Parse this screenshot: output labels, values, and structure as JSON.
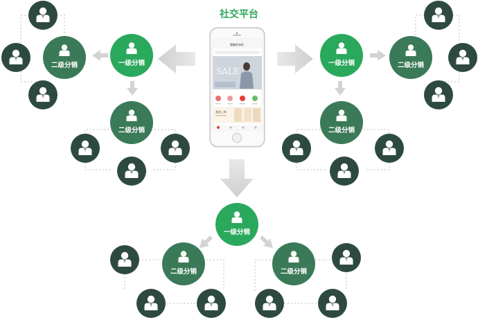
{
  "title": "社交平台",
  "labels": {
    "level1": "一级分销",
    "level2": "二级分销"
  },
  "phone": {
    "store_name": "圈圈的衣柜",
    "sale_text": "SALE",
    "promo_text": "春夏上新"
  },
  "colors": {
    "level1": "#2aa85c",
    "level2": "#3b7a58",
    "leaf": "#2e4a3f",
    "arrow": "#d3d3d3",
    "dotted": "#c9c9c9",
    "title": "#2ea65a"
  }
}
